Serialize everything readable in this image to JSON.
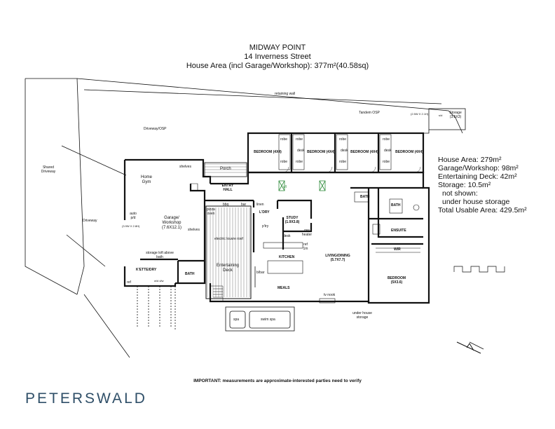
{
  "header": {
    "line1": "MIDWAY POINT",
    "line2": "14 Inverness Street",
    "line3": "House Area (incl Garage/Workshop): 377m²(40.58sq)"
  },
  "site": {
    "retaining_wall": "retaining wall",
    "driveway_osp": "Driveway/OSP",
    "shared_driveway": "Shared Driveway",
    "driveway": "Driveway",
    "tandem_osp": "Tandem OSP",
    "tandem_dim": "(2.5W X 2.1H)",
    "tandem_side": "s/d",
    "storage_top": "Storage (3.5X3)",
    "carport_side": "auto p/d",
    "carport_dim": "(3.9W X 2.8H)"
  },
  "rooms": {
    "bed1": "BEDROOM (4X4)",
    "bed2": "BEDROOM (4X4)",
    "bed3": "BEDROOM (4X4)",
    "bed4": "BEDROOM (4X4)",
    "robe": "robe",
    "desk": "desk",
    "shelves": "shelves",
    "porch": "Porch",
    "entry_hall": "ENTRY HALL",
    "home_gym": "Home Gym",
    "garage": "Garage/ Workshop (7.6X12.1)",
    "storage_loft": "storage loft above bath",
    "kitchen_dry": "K'ETTE/DRY",
    "bath": "BATH",
    "ref": "ref",
    "wd": "w/d d/w",
    "pizza_oven": "pizza oven",
    "bbq": "bbq",
    "bar": "bar",
    "linen": "linen",
    "laundry": "L'DRY",
    "pantry": "p'try",
    "study": "STUDY (1.9X3.8)",
    "electric_roof": "electric louvre roof",
    "entertaining": "Entertaining Deck",
    "gas_heater": "gas heater",
    "ref_1m": "ref 1m",
    "kitchen": "KITCHEN",
    "living": "LIVING/DINING (5.7X7.7)",
    "bbar": "b/bar",
    "meals": "MEALS",
    "tv_nook": "tv nook",
    "bath2": "BATH",
    "bath3": "BATH",
    "ensuite": "ENSUITE",
    "wir": "WIR",
    "master": "BEDROOM (5X3.6)",
    "spa": "spa",
    "swim_spa": "swim spa",
    "under_house": "under house storage",
    "skylight": "s/l"
  },
  "summary": {
    "house_area": "House Area: 279m²",
    "garage_area": "Garage/Workshop: 98m²",
    "deck_area": "Entertaining Deck: 42m²",
    "storage_area": "Storage: 10.5m²",
    "not_shown": "not shown:",
    "under_house": "under house storage",
    "total": "Total Usable Area: 429.5m²"
  },
  "footer": {
    "important": "IMPORTANT: measurements are approximate-interested parties need to verify",
    "brand": "PETERSWALD"
  },
  "colors": {
    "line": "#111111",
    "brand": "#2f4f68",
    "skylight": "#2e8b3a"
  }
}
